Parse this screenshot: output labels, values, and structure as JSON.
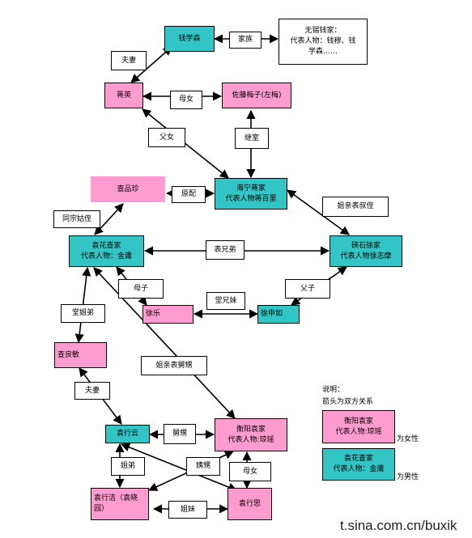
{
  "nodes": {
    "qianxuesen": "钱学森",
    "wuxi_qian": [
      "无锡钱家：",
      "代表人物：钱穆、钱",
      "学森……"
    ],
    "jiangying": "蒋英",
    "zuoteng": "佐藤梅子(左梅)",
    "zhapinzhen": "查品珍",
    "haining_jiang": [
      "海宁蒋家",
      "代表人物蒋百里"
    ],
    "yuanhua_zha": [
      "袁花查家",
      "代表人物：金庸"
    ],
    "xiashi_xu": [
      "硖石徐家",
      "代表人物徐志摩"
    ],
    "xule": "徐乐",
    "xushenru": "徐申如",
    "zhaliangmin": "查良敏",
    "yuanxingyun": "袁行云",
    "hengyang_yuan": [
      "衡阳袁家",
      "代表人物:琼瑶"
    ],
    "yuanxingjie": "袁行洁（袁晓园）",
    "yuanxingsi": "袁行思"
  },
  "relations": {
    "jiazu": "家族",
    "fuqi1": "夫妻",
    "munv1": "母女",
    "fuqi_jizhu": "继室",
    "fuvnv": "父女",
    "yuanpei": "原配",
    "tongzong": "同宗姑侄",
    "yijia": "姐亲表叔侄",
    "biaoxiongdi": "表兄弟",
    "muzi": "母子",
    "fuzi": "父子",
    "tangxiongmei": "堂兄妹",
    "tangjiedi": "堂姐弟",
    "jieqin_jiujiu": "姐亲表舅甥",
    "fuqi2": "夫妻",
    "jiusheng": "舅甥",
    "jiedi": "姐弟",
    "yisheng": "姨甥",
    "munv2": "母女",
    "jiemei": "姐妹"
  },
  "legend": {
    "title": "说明：",
    "subtitle": "箭头为双方关系",
    "female_sample": [
      "衡阳袁家",
      "代表人物:琼瑶"
    ],
    "female_text": "为女性",
    "male_sample": [
      "袁花查家",
      "代表人物：金庸"
    ],
    "male_text": "为男性"
  },
  "watermark": "t.sina.com.cn/buxik",
  "colors": {
    "male": "#33c5c5",
    "female": "#ff9ccf"
  }
}
